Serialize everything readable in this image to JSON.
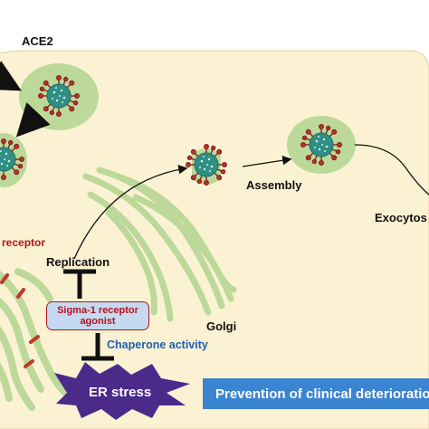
{
  "labels": {
    "ace2": "ACE2",
    "assembly": "Assembly",
    "exocytosis": "Exocytos",
    "receptor": "receptor",
    "replication": "Replication",
    "golgi": "Golgi",
    "chaperone": "Chaperone activity",
    "agonist_line1": "Sigma-1 receptor",
    "agonist_line2": "agonist",
    "er_stress": "ER stress",
    "prevention": "Prevention of clinical deterioration"
  },
  "colors": {
    "cell_fill": "#fbf2d3",
    "er_golgi_green": "#bcd99a",
    "virus_core": "#2f8f85",
    "spike_red": "#c0392b",
    "inhibitor_text_red": "#b5121b",
    "agonist_box_fill": "#c5daf1",
    "chaperone_blue": "#1f5fb0",
    "er_stress_purple": "#4b2a8a",
    "prevention_blue": "#3b84d1"
  }
}
